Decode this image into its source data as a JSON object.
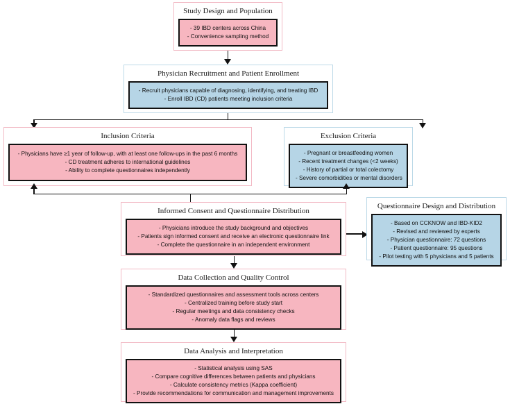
{
  "theme": {
    "pink_fill": "#f7b6c0",
    "pink_border": "#f2b9c4",
    "blue_fill": "#b6d5e6",
    "blue_border": "#bcd9e8",
    "inner_border": "#111111",
    "connector": "#111111",
    "page_background": "#ffffff"
  },
  "nodes": {
    "study_design": {
      "title": "Study Design and Population",
      "lines": [
        "- 39 IBD centers across China",
        "- Convenience sampling method"
      ]
    },
    "physician_recruitment": {
      "title": "Physician Recruitment and Patient Enrollment",
      "lines": [
        "- Recruit physicians capable of diagnosing, identifying, and treating IBD",
        "- Enroll IBD (CD) patients meeting inclusion criteria"
      ]
    },
    "inclusion_criteria": {
      "title": "Inclusion Criteria",
      "lines": [
        "- Physicians have ≥1 year of follow-up, with at least one follow-ups in the past 6 months",
        "- CD treatment adheres to international guidelines",
        "- Ability to complete questionnaires independently"
      ]
    },
    "exclusion_criteria": {
      "title": "Exclusion Criteria",
      "lines": [
        "- Pregnant or breastfeeding women",
        "- Recent treatment changes (<2 weeks)",
        "- History of partial or total colectomy",
        "- Severe comorbidities or mental disorders"
      ]
    },
    "informed_consent": {
      "title": "Informed Consent and Questionnaire Distribution",
      "lines": [
        "- Physicians introduce the study background and objectives",
        "- Patients sign informed consent and receive an electronic questionnaire link",
        "- Complete the questionnaire in an independent environment"
      ]
    },
    "questionnaire_design": {
      "title": "Questionnaire Design and Distribution",
      "lines": [
        "- Based on CCKNOW and IBD-KID2",
        "- Revised and reviewed by experts",
        "- Physician questionnaire: 72 questions",
        "- Patient questionnaire: 95 questions",
        "- Pilot testing with 5 physicians and 5 patients"
      ]
    },
    "data_collection": {
      "title": "Data Collection and Quality Control",
      "lines": [
        "- Standardized questionnaires and assessment tools across centers",
        "- Centralized training before study start",
        "- Regular meetings and data consistency checks",
        "- Anomaly data flags and reviews"
      ]
    },
    "data_analysis": {
      "title": "Data Analysis and Interpretation",
      "lines": [
        "- Statistical analysis using SAS",
        "- Compare cognitive differences between patients and physicians",
        "- Calculate consistency metrics (Kappa coefficient)",
        "- Provide recommendations for communication and management improvements"
      ]
    }
  }
}
